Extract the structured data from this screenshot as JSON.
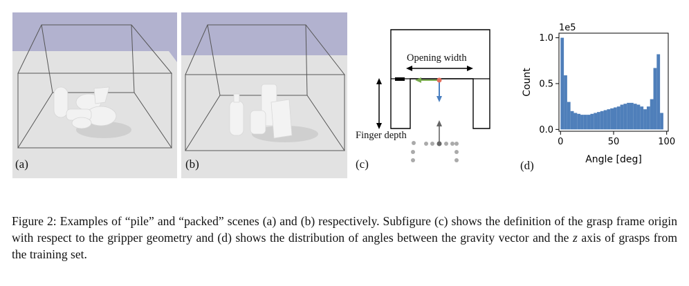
{
  "panels": {
    "a": {
      "label": "(a)"
    },
    "b": {
      "label": "(b)"
    },
    "c": {
      "label": "(c)",
      "opening_width_label": "Opening width",
      "finger_depth_label": "Finger depth"
    },
    "d": {
      "label": "(d)"
    }
  },
  "chart_data": {
    "type": "bar",
    "xlabel": "Angle [deg]",
    "ylabel": "Count",
    "y_scale_label": "1e5",
    "xlim": [
      0,
      100
    ],
    "ylim": [
      0,
      1.05
    ],
    "x_ticks": [
      0,
      50,
      100
    ],
    "y_ticks": [
      0.0,
      0.5,
      1.0
    ],
    "x_tick_labels": [
      "0",
      "50",
      "100"
    ],
    "y_tick_labels": [
      "0.0",
      "0.5",
      "1.0"
    ],
    "bar_color": "#4f7fba",
    "bin_width": 3.125,
    "bin_starts": [
      0,
      3.125,
      6.25,
      9.375,
      12.5,
      15.625,
      18.75,
      21.875,
      25,
      28.125,
      31.25,
      34.375,
      37.5,
      40.625,
      43.75,
      46.875,
      50,
      53.125,
      56.25,
      59.375,
      62.5,
      65.625,
      68.75,
      71.875,
      75,
      78.125,
      81.25,
      84.375,
      87.5,
      90.625,
      93.75,
      96.875
    ],
    "values": [
      1.0,
      0.59,
      0.3,
      0.2,
      0.18,
      0.17,
      0.16,
      0.16,
      0.16,
      0.17,
      0.18,
      0.19,
      0.2,
      0.21,
      0.22,
      0.23,
      0.24,
      0.25,
      0.27,
      0.28,
      0.29,
      0.29,
      0.28,
      0.27,
      0.25,
      0.22,
      0.25,
      0.33,
      0.67,
      0.82,
      0.18,
      0.0
    ]
  },
  "caption": {
    "part1": "Figure 2: Examples of “pile” and “packed” scenes (a) and (b) respectively. Subfigure (c) shows the definition of the grasp frame origin with respect to the gripper geometry and (d) shows the distribution of angles between the gravity vector and the ",
    "math": "z",
    "part2": " axis of grasps from the training set."
  }
}
